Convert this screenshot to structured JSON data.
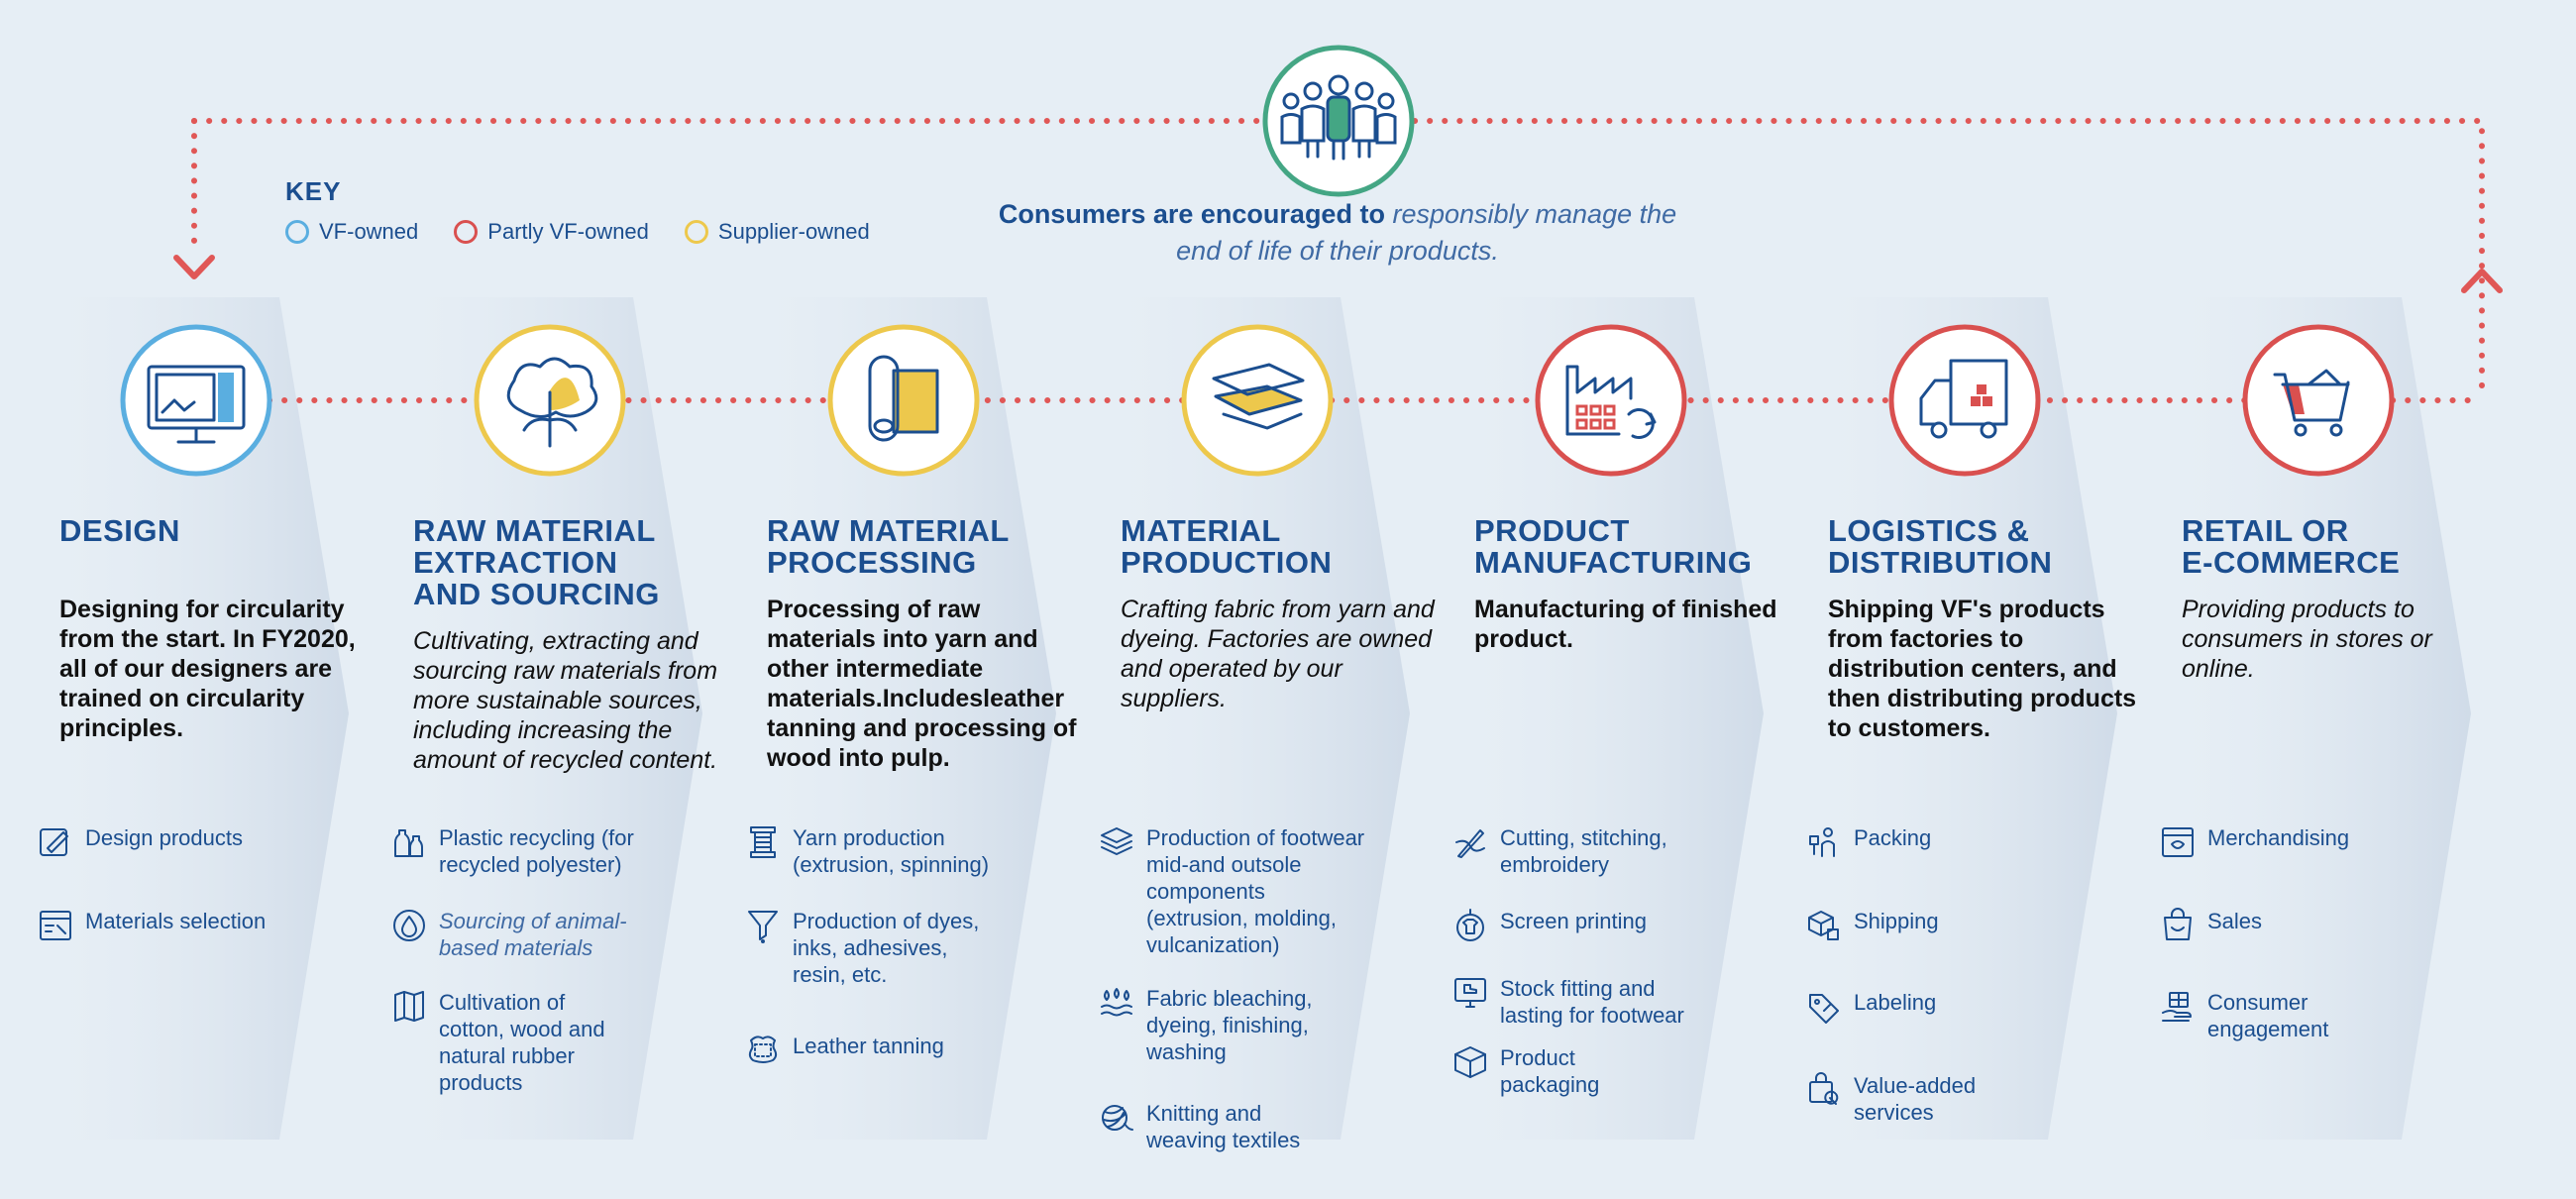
{
  "consumer": {
    "strong": "Consumers are encouraged to",
    "light": "responsibly manage",
    "rest1": "the",
    "line2": "end of life of their products."
  },
  "key": {
    "title": "KEY",
    "items": [
      {
        "label": "VF-owned",
        "color": "#5aaee0"
      },
      {
        "label": "Partly VF-owned",
        "color": "#d9504f"
      },
      {
        "label": "Supplier-owned",
        "color": "#edc84c"
      }
    ]
  },
  "colors": {
    "navy": "#1b4e8f",
    "loop_dots": "#e05756",
    "consumer_ring": "#44a684",
    "panel": "#d9e3ee"
  },
  "stages": [
    {
      "id": "design",
      "ring": "#5aaee0",
      "icon": "monitor-design-icon",
      "title": "DESIGN",
      "desc": "Designing for circularity from the start. In FY2020, all of our designers are trained on circularity principles.",
      "desc_style": "bold",
      "activities": [
        {
          "icon": "design-pen-icon",
          "label": "Design products"
        },
        {
          "icon": "materials-board-icon",
          "label": "Materials selection"
        }
      ]
    },
    {
      "id": "raw-extraction",
      "ring": "#edc84c",
      "icon": "cotton-plant-icon",
      "title": "RAW MATERIAL\nEXTRACTION\nAND SOURCING",
      "desc": "Cultivating, extracting and sourcing raw materials from more sustainable sources, including increasing the amount of recycled content.",
      "desc_style": "ital",
      "activities": [
        {
          "icon": "plastic-bottles-icon",
          "label": "Plastic recycling (for\nrecycled polyester)"
        },
        {
          "icon": "drop-icon",
          "label": "Sourcing of animal-\nbased materials",
          "style": "ital"
        },
        {
          "icon": "map-field-icon",
          "label": "Cultivation of\ncotton, wood and\nnatural rubber\nproducts"
        }
      ]
    },
    {
      "id": "raw-processing",
      "ring": "#edc84c",
      "icon": "fabric-roll-icon",
      "title": "RAW MATERIAL\nPROCESSING",
      "desc": "Processing of raw materials into yarn and other intermediate materials.Includesleather tanning and processing of wood into pulp.",
      "desc_style": "bold",
      "activities": [
        {
          "icon": "spool-icon",
          "label": "Yarn production\n(extrusion, spinning)"
        },
        {
          "icon": "funnel-icon",
          "label": "Production of dyes,\ninks, adhesives,\nresin, etc."
        },
        {
          "icon": "leather-hide-icon",
          "label": "Leather tanning"
        }
      ]
    },
    {
      "id": "material-production",
      "ring": "#edc84c",
      "icon": "fabric-layers-icon",
      "title": "MATERIAL\nPRODUCTION",
      "desc": "Crafting fabric from yarn and dyeing. Factories are owned and operated by our suppliers.",
      "desc_style": "ital",
      "activities": [
        {
          "icon": "layers-icon",
          "label": "Production of footwear\nmid-and outsole\ncomponents\n(extrusion, molding,\nvulcanization)"
        },
        {
          "icon": "steam-drops-icon",
          "label": "Fabric bleaching,\ndyeing, finishing,\nwashing"
        },
        {
          "icon": "yarn-ball-icon",
          "label": "Knitting and\nweaving textiles"
        }
      ]
    },
    {
      "id": "product-manufacturing",
      "ring": "#d9504f",
      "icon": "factory-icon",
      "title": "PRODUCT\nMANUFACTURING",
      "desc": "Manufacturing of finished product.",
      "desc_style": "bold",
      "activities": [
        {
          "icon": "needle-thread-icon",
          "label": "Cutting, stitching,\nembroidery"
        },
        {
          "icon": "tshirt-print-icon",
          "label": "Screen printing"
        },
        {
          "icon": "monitor-boot-icon",
          "label": "Stock fitting and\nlasting for footwear"
        },
        {
          "icon": "box-icon",
          "label": "Product\npackaging"
        }
      ]
    },
    {
      "id": "logistics",
      "ring": "#d9504f",
      "icon": "delivery-truck-icon",
      "title": "LOGISTICS &\nDISTRIBUTION",
      "desc": "Shipping VF's products from factories to distribution centers, and then distributing products to customers.",
      "desc_style": "bold",
      "activities": [
        {
          "icon": "worker-packing-icon",
          "label": "Packing"
        },
        {
          "icon": "boxes-shipping-icon",
          "label": "Shipping"
        },
        {
          "icon": "price-tag-icon",
          "label": "Labeling"
        },
        {
          "icon": "shopping-bag-service-icon",
          "label": "Value-added\nservices"
        }
      ]
    },
    {
      "id": "retail",
      "ring": "#d9504f",
      "icon": "shopping-cart-icon",
      "title": "RETAIL OR\nE-COMMERCE",
      "desc": "Providing products to consumers in stores or online.",
      "desc_style": "ital",
      "activities": [
        {
          "icon": "storefront-icon",
          "label": "Merchandising"
        },
        {
          "icon": "smile-bag-icon",
          "label": "Sales"
        },
        {
          "icon": "gift-hand-icon",
          "label": "Consumer\nengagement"
        }
      ]
    }
  ]
}
